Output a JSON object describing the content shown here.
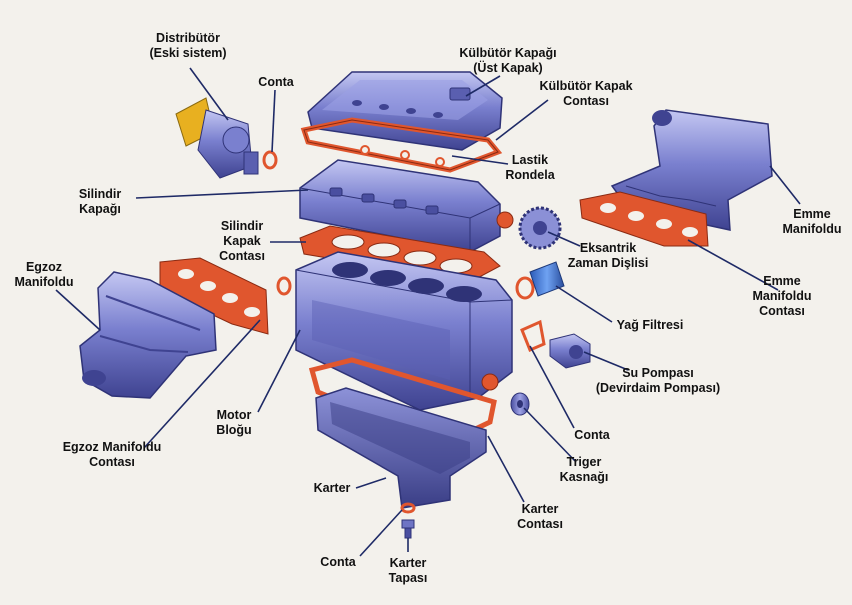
{
  "labels": {
    "distributor": "Distribütör\n(Eski sistem)",
    "conta_top": "Conta",
    "kulbutor_kapagi": "Külbütör Kapağı\n(Üst Kapak)",
    "kulbutor_kapak_contasi": "Külbütör Kapak\nContası",
    "lastik_rondela": "Lastik\nRondela",
    "silindir_kapagi": "Silindir\nKapağı",
    "silindir_kapak_contasi": "Silindir\nKapak\nContası",
    "eksantrik": "Eksantrik\nZaman Dişlisi",
    "emme_manifoldu": "Emme\nManifoldu",
    "emme_manifoldu_contasi": "Emme\nManifoldu\nContası",
    "egzoz_manifoldu": "Egzoz\nManifoldu",
    "yag_filtresi": "Yağ Filtresi",
    "su_pompasi": "Su Pompası\n(Devirdaim Pompası)",
    "motor_blogu": "Motor\nBloğu",
    "egzoz_manifoldu_contasi": "Egzoz Manifoldu\nContası",
    "conta_right": "Conta",
    "triger_kasnagi": "Triger\nKasnağı",
    "karter": "Karter",
    "karter_contasi": "Karter\nContası",
    "conta_bottom": "Conta",
    "karter_tapasi": "Karter\nTapası"
  },
  "colors": {
    "metal_blue": "#6e74c4",
    "metal_dark": "#3f4391",
    "metal_light": "#b7bbec",
    "gasket_orange": "#e0562e",
    "gasket_dark": "#8a2a12",
    "distributor_yellow": "#e8b020",
    "leader_line": "#1e2a66"
  }
}
